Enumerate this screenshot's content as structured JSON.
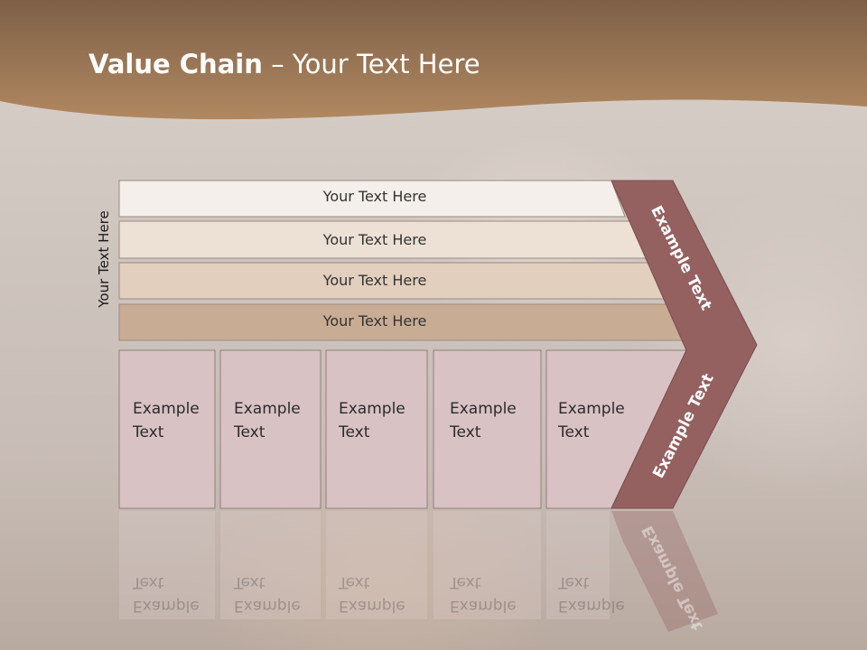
{
  "title": {
    "bold": "Value Chain",
    "rest": " – Your Text Here"
  },
  "side_label": "Your Text Here",
  "bars": [
    {
      "label": "Your Text Here",
      "color": "#f4efea"
    },
    {
      "label": "Your Text Here",
      "color": "#ede1d6"
    },
    {
      "label": "Your Text Here",
      "color": "#e2cfbe"
    },
    {
      "label": "Your Text Here",
      "color": "#c8ac94"
    }
  ],
  "cells": [
    {
      "line1": "Example",
      "line2": "Text"
    },
    {
      "line1": "Example",
      "line2": "Text"
    },
    {
      "line1": "Example",
      "line2": "Text"
    },
    {
      "line1": "Example",
      "line2": "Text"
    },
    {
      "line1": "Example",
      "line2": "Text"
    }
  ],
  "chevron": {
    "upper_label": "Example Text",
    "lower_label": "Example Text",
    "color": "#956060"
  },
  "colors": {
    "header": "#a67c5a",
    "cell_fill": "#d8c2c4",
    "cell_border": "#8f8080"
  }
}
